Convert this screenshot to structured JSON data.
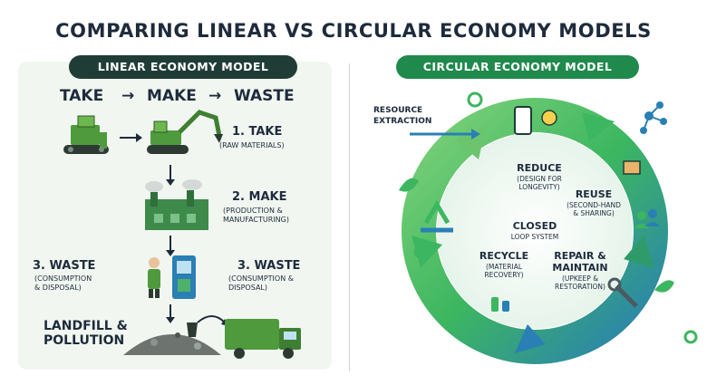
{
  "title": "COMPARING LINEAR VS CIRCULAR ECONOMY MODELS",
  "linear": {
    "header": "LINEAR ECONOMY MODEL",
    "flow": {
      "take": "TAKE",
      "make": "MAKE",
      "waste": "WASTE",
      "arrow": "→"
    },
    "step1": {
      "title": "1. TAKE",
      "sub": "(RAW MATERIALS)"
    },
    "step2": {
      "title": "2. MAKE",
      "sub1": "(PRODUCTION &",
      "sub2": "MANUFACTURING)"
    },
    "step3_left": {
      "title": "3. WASTE",
      "sub1": "(CONSUMPTION",
      "sub2": "& DISPOSAL)"
    },
    "step3_right": {
      "title": "3. WASTE",
      "sub1": "(CONSUMPTION &",
      "sub2": "DISPOSAL)"
    },
    "landfill": {
      "line1": "LANDFILL &",
      "line2": "POLLUTION"
    }
  },
  "circular": {
    "header": "CIRCULAR ECONOMY MODEL",
    "resource": {
      "line1": "RESOURCE",
      "line2": "EXTRACTION"
    },
    "reduce": {
      "title": "REDUCE",
      "sub1": "(DESIGN FOR",
      "sub2": "LONGEVITY)"
    },
    "reuse": {
      "title": "REUSE",
      "sub1": "(SECOND-HAND",
      "sub2": "& SHARING)"
    },
    "closed": {
      "title": "CLOSED",
      "sub": "LOOP SYSTEM"
    },
    "recycle": {
      "title": "RECYCLE",
      "sub1": "(MATERIAL",
      "sub2": "RECOVERY)"
    },
    "repair": {
      "title1": "REPAIR &",
      "title2": "MAINTAIN",
      "sub1": "(UPKEEP &",
      "sub2": "RESTORATION)"
    }
  },
  "colors": {
    "dark_header": "#1f3d36",
    "green_header": "#1f8a4c",
    "loop_green": "#3cb660",
    "loop_blue": "#2a7fb5"
  }
}
